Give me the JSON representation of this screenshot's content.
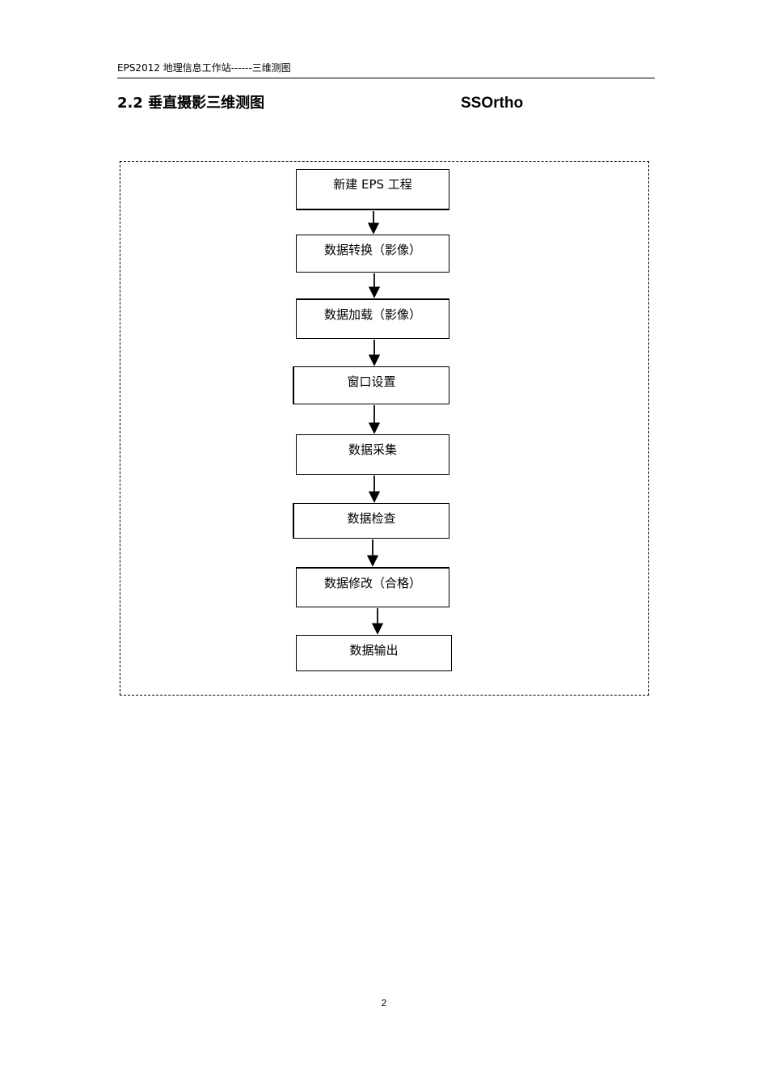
{
  "header": {
    "running_title": "EPS2012 地理信息工作站------三维测图"
  },
  "section": {
    "number": "2.2",
    "title": "垂直摄影三维测图",
    "tool": "SSOrtho"
  },
  "flowchart": {
    "steps": [
      "新建 EPS 工程",
      "数据转换（影像）",
      "数据加载（影像）",
      "窗口设置",
      "数据采集",
      "数据检查",
      "数据修改（合格）",
      "数据输出"
    ]
  },
  "footer": {
    "page_number": "2"
  }
}
